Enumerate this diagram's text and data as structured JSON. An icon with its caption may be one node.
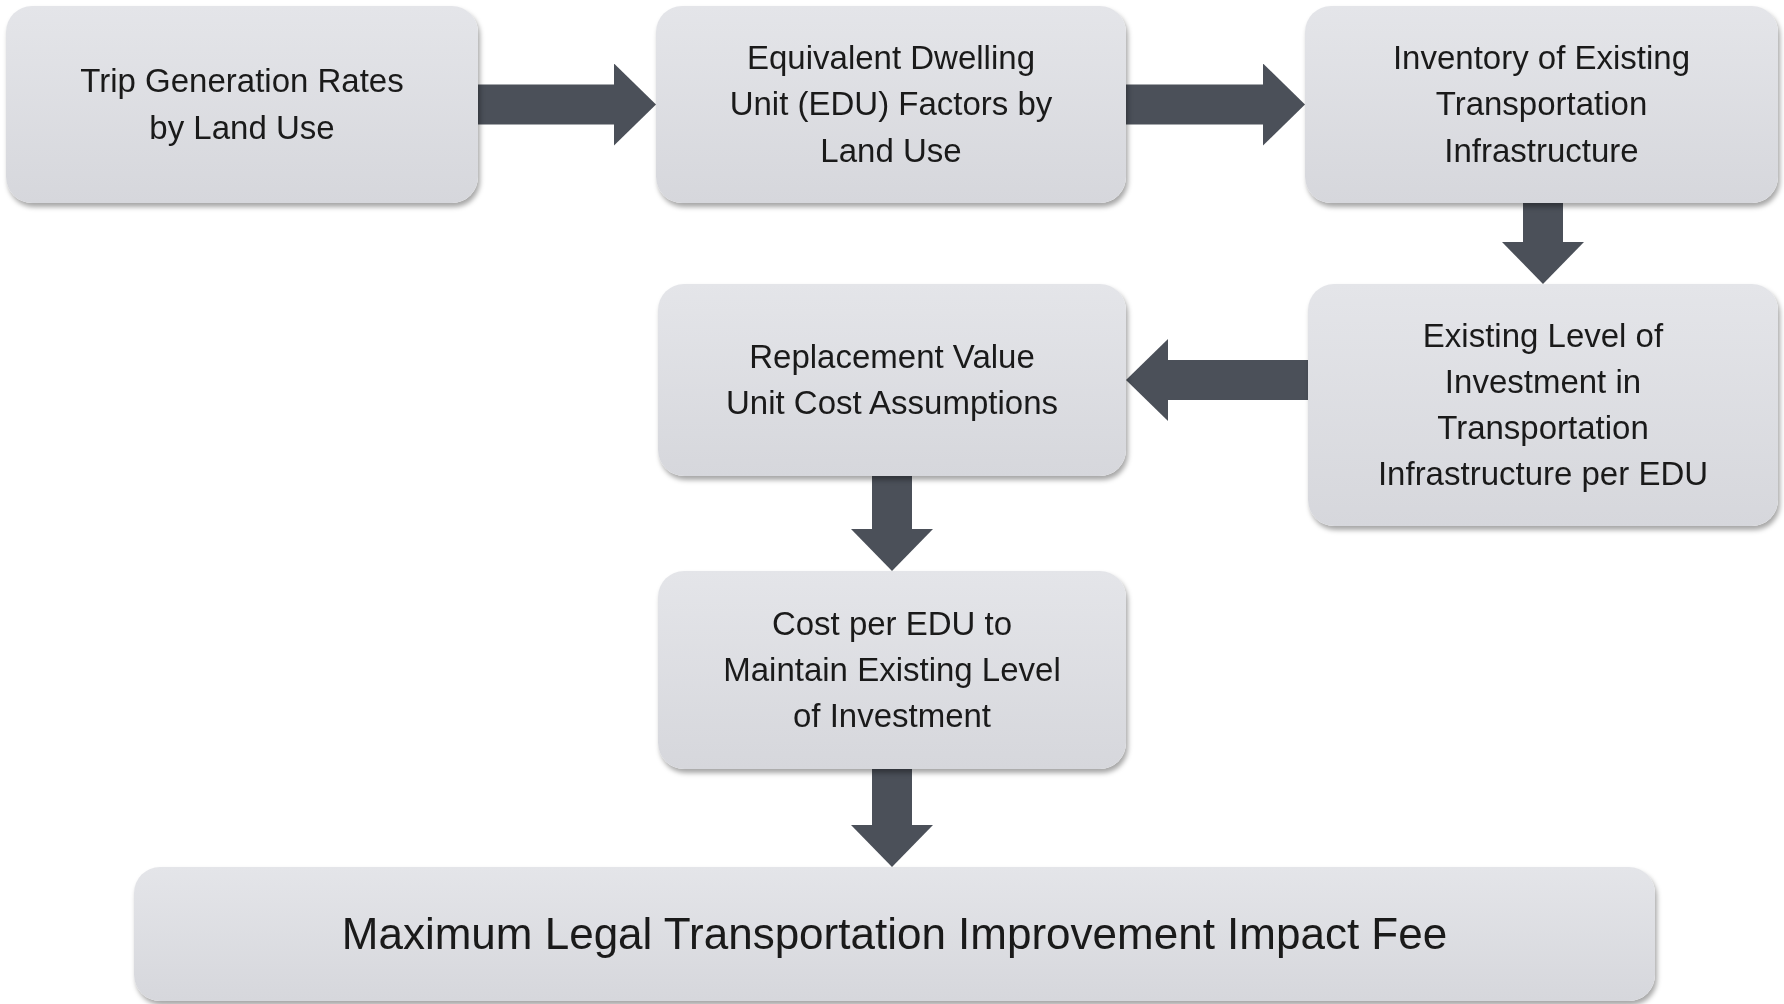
{
  "diagram": {
    "nodes": [
      {
        "text": [
          "Trip Generation Rates by Land Use"
        ]
      },
      {
        "text": [
          "Equivalent Dwelling Unit (EDU) Factors by Land Use"
        ]
      },
      {
        "text": [
          "Inventory of Existing Transportation Infrastructure"
        ]
      },
      {
        "text": [
          "Existing Level of Investment in Transportation Infrastructure per EDU"
        ]
      },
      {
        "text": [
          "Replacement Value Unit Cost Assumptions"
        ]
      },
      {
        "text": [
          "Cost per EDU to Maintain Existing Level of Investment"
        ]
      },
      {
        "text": [
          "Maximum Legal Transportation Improvement Impact Fee"
        ]
      }
    ],
    "edges": [
      {
        "from": 0,
        "to": 1,
        "arrow": "to"
      },
      {
        "from": 1,
        "to": 2,
        "arrow": "to"
      },
      {
        "from": 2,
        "to": 3,
        "arrow": "to"
      },
      {
        "from": 3,
        "to": 4,
        "arrow": "to"
      },
      {
        "from": 4,
        "to": 5,
        "arrow": "to"
      },
      {
        "from": 5,
        "to": 6,
        "arrow": "to"
      }
    ]
  }
}
